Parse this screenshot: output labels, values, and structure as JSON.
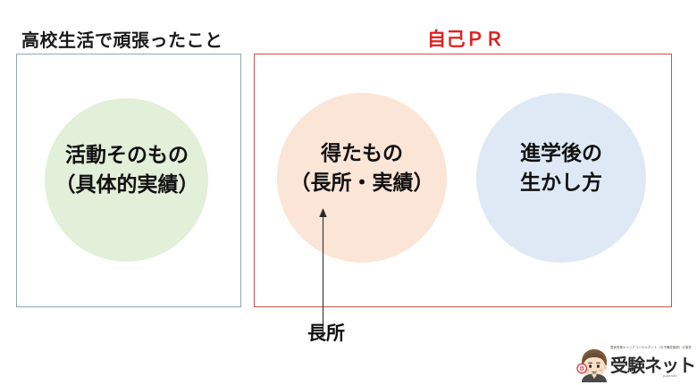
{
  "headings": {
    "left": "高校生活で頑張ったこと",
    "right": "自己ＰＲ"
  },
  "circles": [
    {
      "name": "activity",
      "text": "活動そのもの\n（具体的実績）",
      "color": "#E2EFD9"
    },
    {
      "name": "gained",
      "text": "得たもの\n（長所・実績）",
      "color": "#FBE5D6"
    },
    {
      "name": "future-use",
      "text": "進学後の\n生かし方",
      "color": "#DEE9F5"
    }
  ],
  "annotation": {
    "label": "長所",
    "arrow_icon": "up-arrow-icon"
  },
  "panels": {
    "left_border_color": "#8FA8BA",
    "right_border_color": "#C9524F"
  },
  "logo": {
    "tagline": "国家資格キャリアコンサルタント（元予備校講師）が運営",
    "wordmark": "受験ネット",
    "sub": "jukenet",
    "face_icon": "student-face-icon"
  }
}
